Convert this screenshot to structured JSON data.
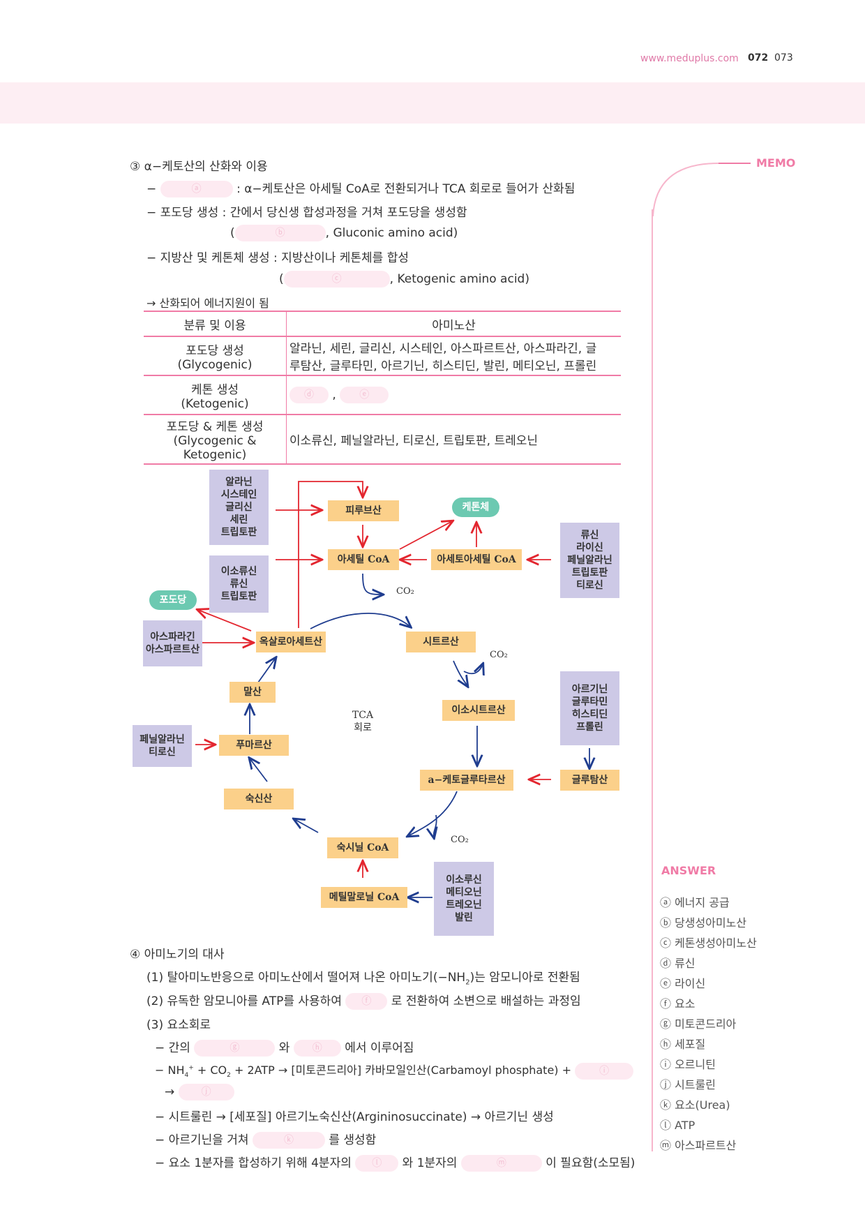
{
  "header": {
    "url": "www.meduplus.com",
    "page_left": "072",
    "page_right": "073"
  },
  "memo_label": "MEMO",
  "section3": {
    "title": "③ α−케토산의 산화와 이용",
    "line1_prefix": "−",
    "blank_a": "ⓐ",
    "line1_text": ": α−케토산은 아세틸 CoA로 전환되거나 TCA 회로로 들어가 산화됨",
    "line2": "− 포도당 생성 : 간에서 당신생 합성과정을 거쳐 포도당을 생성함",
    "line3_open": "(",
    "blank_b": "ⓑ",
    "line3_text": ", Gluconic amino acid)",
    "line4": "− 지방산 및 케톤체 생성 : 지방산이나 케톤체를 합성",
    "line5_open": "(",
    "blank_c": "ⓒ",
    "line5_text": ", Ketogenic amino acid)",
    "line6": "→ 산화되어 에너지원이 됨"
  },
  "table": {
    "headers": [
      "분류 및 이용",
      "아미노산"
    ],
    "row1": {
      "c1a": "포도당 생성",
      "c1b": "(Glycogenic)",
      "c2a": "알라닌, 세린, 글리신, 시스테인, 아스파르트산, 아스파라긴, 글",
      "c2b": "루탐산, 글루타민, 아르기닌, 히스티딘, 발린, 메티오닌, 프롤린"
    },
    "row2": {
      "c1a": "케톤 생성",
      "c1b": "(Ketogenic)",
      "blank_d": "ⓓ",
      "comma": ",",
      "blank_e": "ⓔ"
    },
    "row3": {
      "c1a": "포도당 & 케톤 생성",
      "c1b": "(Glycogenic & Ketogenic)",
      "c2": "이소류신, 페닐알라닌, 티로신, 트립토판, 트레오닌"
    }
  },
  "diagram": {
    "aa_group1": [
      "알라닌",
      "시스테인",
      "글리신",
      "세린",
      "트립토판"
    ],
    "aa_group2": [
      "이소류신",
      "류신",
      "트립토판"
    ],
    "aa_group3": [
      "류신",
      "라이신",
      "페닐알라닌",
      "트립토판",
      "티로신"
    ],
    "aa_group4": [
      "아스파라긴",
      "아스파르트산"
    ],
    "aa_group5": [
      "아르기닌",
      "글루타민",
      "히스티딘",
      "프롤린"
    ],
    "aa_group6": [
      "페닐알라닌",
      "티로신"
    ],
    "aa_group7": [
      "이소루신",
      "메티오닌",
      "트레오닌",
      "발린"
    ],
    "pyruvate": "피루브산",
    "ketone": "케톤체",
    "acetylcoa": "아세틸 CoA",
    "acetoacetylcoa": "아세토아세틸 CoA",
    "glucose": "포도당",
    "oxaloacetate": "옥살로아세트산",
    "citrate": "시트르산",
    "isocitrate": "이소시트르산",
    "akg": "a−케토글루타르산",
    "glutamate": "글루탐산",
    "malate": "말산",
    "fumarate": "푸마르산",
    "succinate": "숙신산",
    "succinylcoa": "숙시닐 CoA",
    "methylmalonylcoa": "메틸말로닐 CoA",
    "tca": "TCA",
    "cycle": "회로",
    "co2": "CO₂"
  },
  "section4": {
    "title": "④ 아미노기의 대사",
    "l1a": "(1) 탈아미노반응으로 아미노산에서 떨어져 나온 아미노기(−NH",
    "l1sub": "2",
    "l1b": ")는 암모니아로 전환됨",
    "l2a": "(2) 유독한 암모니아를 ATP를 사용하여",
    "blank_f": "ⓕ",
    "l2b": "로 전환하여 소변으로 배설하는 과정임",
    "l3": "(3) 요소회로",
    "l4a": "− 간의",
    "blank_g": "ⓖ",
    "l4b": "와",
    "blank_h": "ⓗ",
    "l4c": "에서 이루어짐",
    "l5a": "− NH",
    "l5sub": "4",
    "l5sup": "+",
    "l5b": " + CO",
    "l5sub2": "2",
    "l5c": " + 2ATP → [미토콘드리아] 카바모일인산(Carbamoyl phosphate) +",
    "blank_i": "ⓘ",
    "l6a": "→",
    "blank_j": "ⓙ",
    "l7": "− 시트룰린 → [세포질] 아르기노숙신산(Argininosuccinate) → 아르기닌 생성",
    "l8a": "− 아르기닌을 거쳐",
    "blank_k": "ⓚ",
    "l8b": "를 생성함",
    "l9a": "− 요소 1분자를 합성하기 위해 4분자의",
    "blank_l": "ⓛ",
    "l9b": "와 1분자의",
    "blank_m": "ⓜ",
    "l9c": "이 필요함(소모됨)"
  },
  "answer": {
    "title": "ANSWER",
    "items": [
      "ⓐ 에너지 공급",
      "ⓑ 당생성아미노산",
      "ⓒ 케톤생성아미노산",
      "ⓓ 류신",
      "ⓔ 라이신",
      "ⓕ 요소",
      "ⓖ 미토콘드리아",
      "ⓗ 세포질",
      "ⓘ 오르니틴",
      "ⓙ 시트룰린",
      "ⓚ 요소(Urea)",
      "ⓛ ATP",
      "ⓜ 아스파르트산"
    ]
  }
}
